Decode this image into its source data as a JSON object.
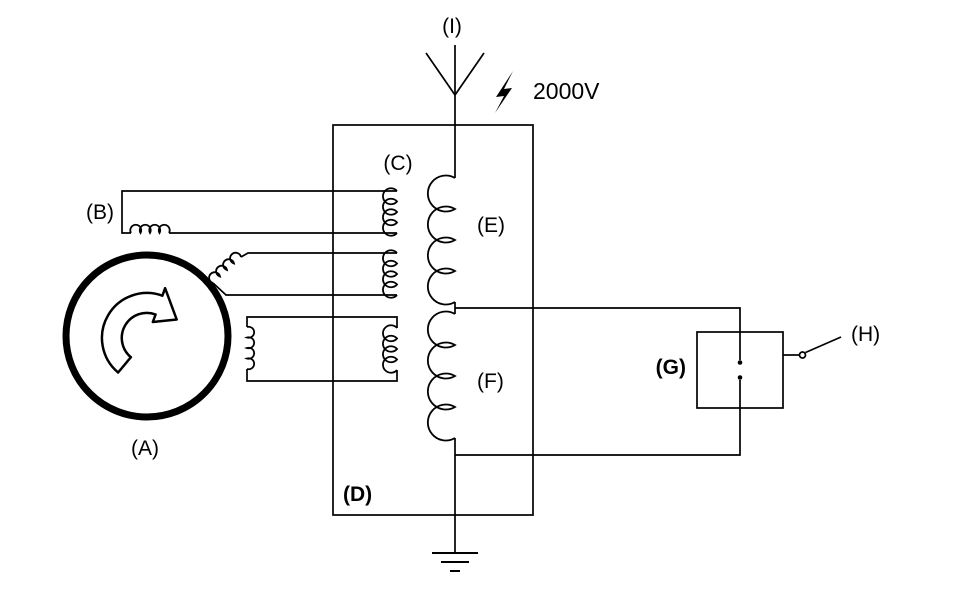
{
  "diagram": {
    "title_hint": "spark transmitter circuit schematic",
    "labels": {
      "a": "(A)",
      "b": "(B)",
      "c": "(C)",
      "d": "(D)",
      "e": "(E)",
      "f": "(F)",
      "g": "(G)",
      "h": "(H)",
      "i": "(I)"
    },
    "voltage": "2000V",
    "colors": {
      "line": "#000000",
      "background": "#ffffff"
    }
  }
}
